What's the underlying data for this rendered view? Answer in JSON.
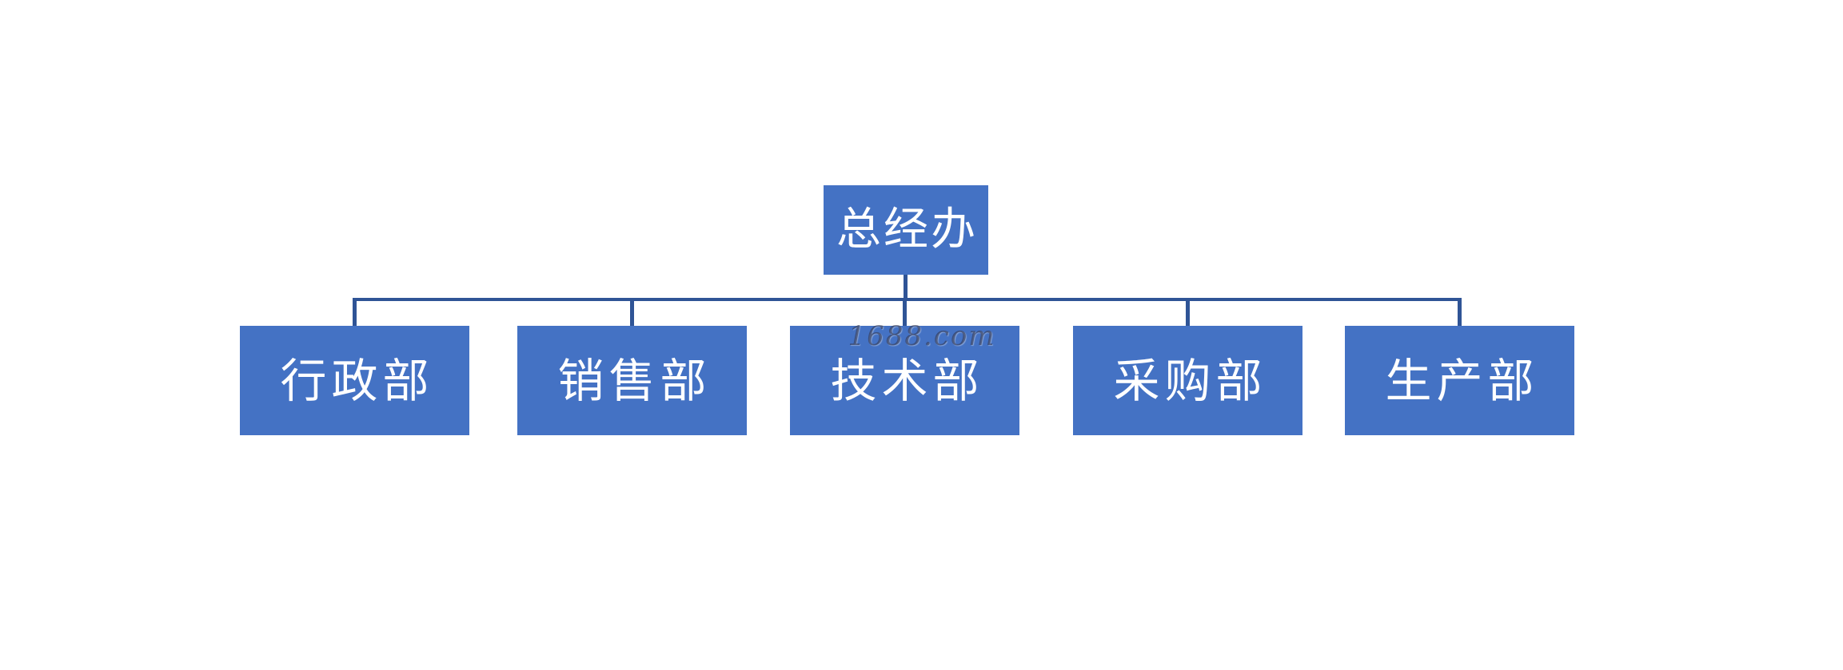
{
  "org_chart": {
    "root": {
      "label": "总经办"
    },
    "departments": [
      {
        "label": "行政部"
      },
      {
        "label": "销售部"
      },
      {
        "label": "技术部"
      },
      {
        "label": "采购部"
      },
      {
        "label": "生产部"
      }
    ]
  },
  "watermark": {
    "text": "1688.com"
  },
  "colors": {
    "node_fill": "#4472C4",
    "node_text": "#FFFFFF",
    "connector": "#2F5496",
    "background": "#FFFFFF",
    "watermark_text": "rgba(47,52,78,0.6)"
  }
}
